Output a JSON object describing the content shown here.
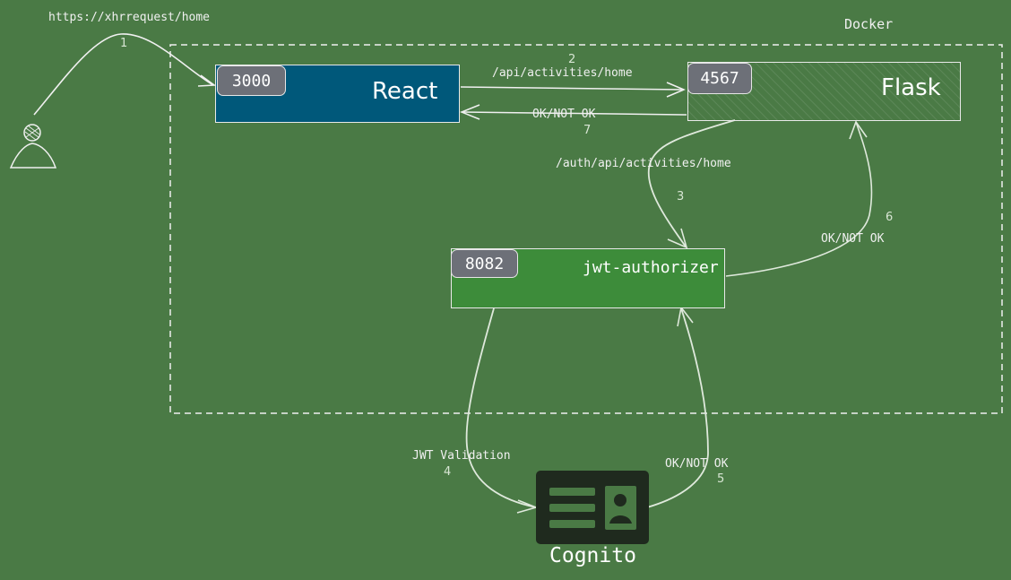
{
  "user": {
    "url": "https://xhrrequest/home",
    "step": "1"
  },
  "docker": {
    "label": "Docker"
  },
  "react": {
    "port": "3000",
    "name": "React",
    "color": "#00587a"
  },
  "flask": {
    "port": "4567",
    "name": "Flask"
  },
  "jwt": {
    "port": "8082",
    "name": "jwt-authorizer",
    "color": "#3d8c3a"
  },
  "cognito": {
    "name": "Cognito",
    "icon_color": "#1f2a1e"
  },
  "edges": {
    "react_to_flask": {
      "label": "/api/activities/home",
      "step": "2"
    },
    "flask_to_jwt": {
      "label": "/auth/api/activities/home",
      "step": "3"
    },
    "jwt_to_cognito": {
      "label": "JWT Validation",
      "step": "4"
    },
    "cognito_to_jwt": {
      "label": "OK/NOT OK",
      "step": "5"
    },
    "jwt_to_flask": {
      "label": "OK/NOT OK",
      "step": "6"
    },
    "flask_to_react": {
      "label": "OK/NOT OK",
      "step": "7"
    }
  }
}
